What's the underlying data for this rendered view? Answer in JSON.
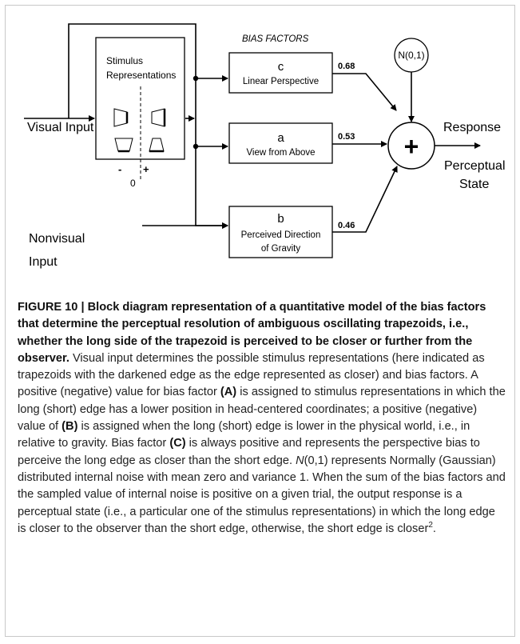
{
  "diagram": {
    "header": "BIAS FACTORS",
    "stimulus": {
      "line1": "Stimulus",
      "line2": "Representations",
      "minus": "-",
      "plus": "+",
      "zero": "0"
    },
    "inputs": {
      "visual": "Visual Input",
      "nonvisual_line1": "Nonvisual",
      "nonvisual_line2": "Input"
    },
    "boxes": [
      {
        "letter": "c",
        "label": "Linear Perspective",
        "weight": "0.68"
      },
      {
        "letter": "a",
        "label": "View from Above",
        "weight": "0.53"
      },
      {
        "letter": "b",
        "label_line1": "Perceived Direction",
        "label_line2": "of Gravity",
        "weight": "0.46"
      }
    ],
    "noise": "N(0,1)",
    "summer": "+",
    "output": {
      "response": "Response",
      "line1": "Perceptual",
      "line2": "State"
    }
  },
  "caption": {
    "figure_label": "FIGURE 10 | ",
    "title": "Block diagram representation of a quantitative model of the bias factors that determine the perceptual resolution of ambiguous oscillating trapezoids, i.e., whether the long side of the trapezoid is perceived to be closer or further from the observer.",
    "t1": " Visual input determines the possible stimulus representations (here indicated as trapezoids with the darkened edge as the edge represented as closer) and bias factors. A positive (negative) value for bias factor ",
    "ref_a": "(A)",
    "t2": " is assigned to stimulus representations in which the long (short) edge has a lower position in head-centered coordinates; a positive (negative) value of ",
    "ref_b": "(B)",
    "t3": " is assigned when the long (short) edge is lower in the physical world, i.e., in relative to gravity. Bias factor ",
    "ref_c": "(C)",
    "t4": " is always positive and represents the perspective bias to perceive the long edge as closer than the short edge. ",
    "n_italic": "N",
    "t5": "(0,1) represents Normally (Gaussian) distributed internal noise with mean zero and variance 1. When the sum of the bias factors and the sampled value of internal noise is positive on a given trial, the output response is a perceptual state (i.e., a particular one of the stimulus representations) in which the long edge is closer to the observer than the short edge, otherwise, the short edge is closer",
    "footnote": "2",
    "t6": "."
  }
}
